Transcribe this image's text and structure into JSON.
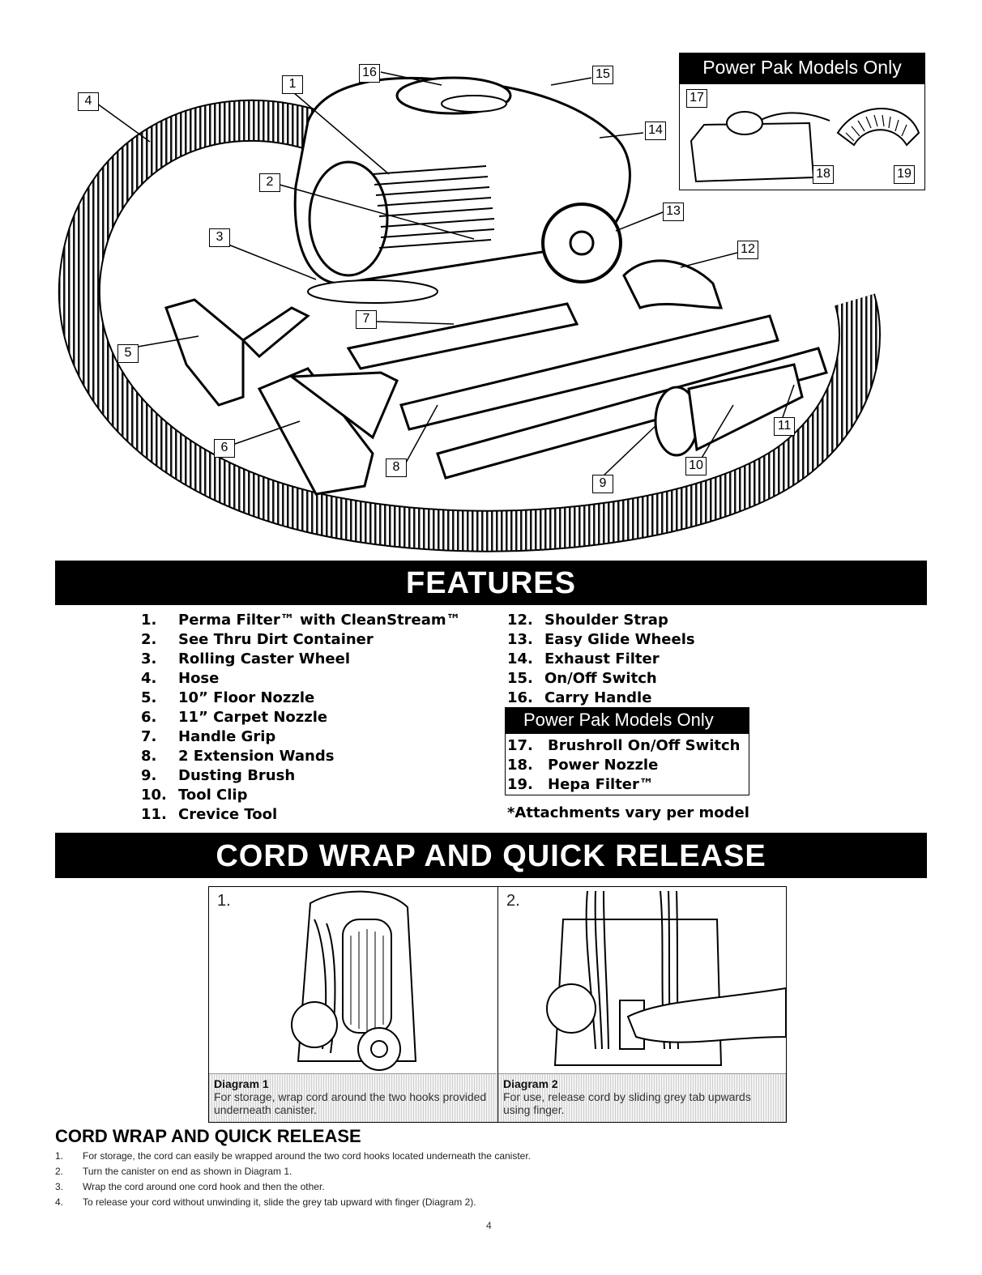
{
  "illustration": {
    "callouts": [
      "1",
      "2",
      "3",
      "4",
      "5",
      "6",
      "7",
      "8",
      "9",
      "10",
      "11",
      "12",
      "13",
      "14",
      "15",
      "16",
      "17",
      "18",
      "19"
    ],
    "power_pak_title": "Power Pak Models Only"
  },
  "features": {
    "heading": "FEATURES",
    "left_items": [
      {
        "num": "1.",
        "label": "Perma Filter™ with CleanStream™"
      },
      {
        "num": "2.",
        "label": "See Thru Dirt Container"
      },
      {
        "num": "3.",
        "label": "Rolling Caster Wheel"
      },
      {
        "num": "4.",
        "label": "Hose"
      },
      {
        "num": "5.",
        "label": "10” Floor Nozzle"
      },
      {
        "num": "6.",
        "label": "11” Carpet Nozzle"
      },
      {
        "num": "7.",
        "label": "Handle Grip"
      },
      {
        "num": "8.",
        "label": "2 Extension Wands"
      },
      {
        "num": "9.",
        "label": "Dusting Brush"
      },
      {
        "num": "10.",
        "label": "Tool Clip"
      },
      {
        "num": "11.",
        "label": "Crevice Tool"
      }
    ],
    "right_items": [
      {
        "num": "12.",
        "label": "Shoulder Strap"
      },
      {
        "num": "13.",
        "label": "Easy Glide Wheels"
      },
      {
        "num": "14.",
        "label": "Exhaust Filter"
      },
      {
        "num": "15.",
        "label": "On/Off Switch"
      },
      {
        "num": "16.",
        "label": "Carry Handle"
      }
    ],
    "power_pak_title": "Power Pak Models Only",
    "power_pak_items": [
      {
        "num": "17.",
        "label": "Brushroll On/Off Switch"
      },
      {
        "num": "18.",
        "label": "Power Nozzle"
      },
      {
        "num": "19.",
        "label": "Hepa Filter™"
      }
    ],
    "note": "*Attachments vary per model"
  },
  "cord_wrap": {
    "heading": "CORD WRAP AND QUICK RELEASE",
    "diagram1": {
      "number": "1.",
      "title": "Diagram 1",
      "caption": "For storage, wrap cord around the two hooks provided underneath canister."
    },
    "diagram2": {
      "number": "2.",
      "title": "Diagram 2",
      "caption": "For use, release cord by sliding grey tab upwards using finger."
    },
    "instructions_heading": "CORD WRAP AND QUICK RELEASE",
    "instructions": [
      {
        "num": "1.",
        "text": "For storage, the cord can easily be wrapped around the two cord hooks located underneath the canister."
      },
      {
        "num": "2.",
        "text": "Turn the canister on end as shown in Diagram 1."
      },
      {
        "num": "3.",
        "text": "Wrap the cord around one cord hook and then the other."
      },
      {
        "num": "4.",
        "text": "To release your cord without unwinding it, slide the grey tab upward with finger (Diagram 2)."
      }
    ]
  },
  "page_number": "4"
}
